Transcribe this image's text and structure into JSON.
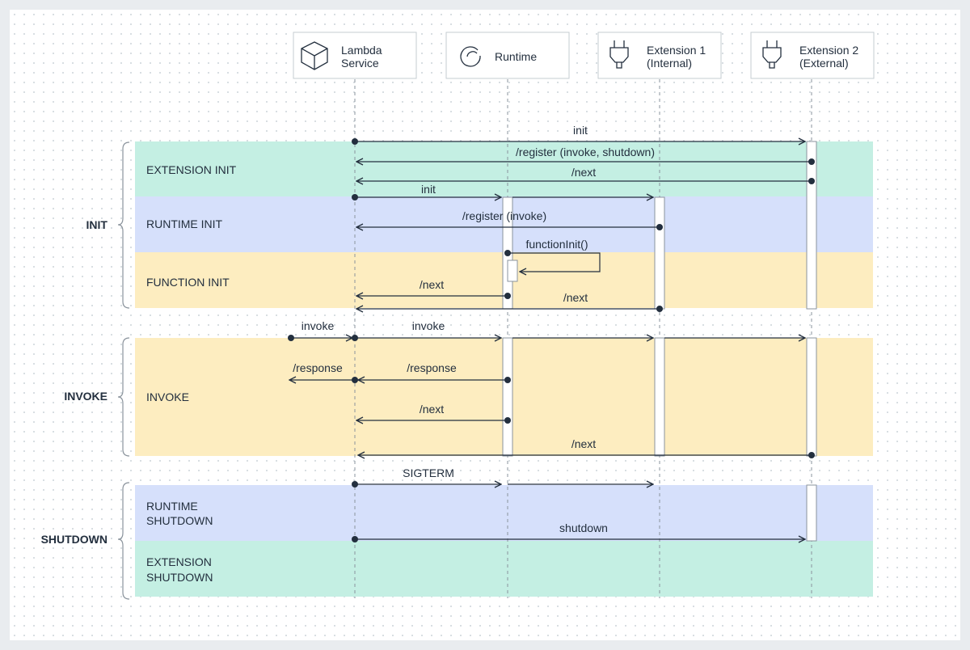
{
  "actors": [
    {
      "label_lines": [
        "Lambda",
        "Service"
      ],
      "icon": "cube-icon"
    },
    {
      "label_lines": [
        "Runtime"
      ],
      "icon": "runtime-cycle-icon"
    },
    {
      "label_lines": [
        "Extension 1",
        "(Internal)"
      ],
      "icon": "plug-icon"
    },
    {
      "label_lines": [
        "Extension 2",
        "(External)"
      ],
      "icon": "plug-icon"
    }
  ],
  "phases": [
    {
      "label_lines": [
        "EXTENSION INIT"
      ],
      "color": "#c4efe3"
    },
    {
      "label_lines": [
        "RUNTIME INIT"
      ],
      "color": "#d6e0fb"
    },
    {
      "label_lines": [
        "FUNCTION INIT"
      ],
      "color": "#fdedc0"
    },
    {
      "label_lines": [
        "INVOKE"
      ],
      "color": "#fdedc0"
    },
    {
      "label_lines": [
        "RUNTIME",
        "SHUTDOWN"
      ],
      "color": "#d6e0fb"
    },
    {
      "label_lines": [
        "EXTENSION",
        "SHUTDOWN"
      ],
      "color": "#c4efe3"
    }
  ],
  "groups": [
    "INIT",
    "INVOKE",
    "SHUTDOWN"
  ],
  "messages": [
    {
      "label": "init",
      "from": 0,
      "to": 3
    },
    {
      "label": "/register (invoke, shutdown)",
      "from": 3,
      "to": 0
    },
    {
      "label": "/next",
      "from": 3,
      "to": 0
    },
    {
      "label": "init",
      "from": 0,
      "to": 2
    },
    {
      "label": "/register (invoke)",
      "from": 2,
      "to": 0
    },
    {
      "label": "functionInit()",
      "from": 1,
      "to": 1
    },
    {
      "label": "/next",
      "from": 1,
      "to": 0
    },
    {
      "label": "/next",
      "from": 2,
      "to": 0
    },
    {
      "label": "invoke",
      "from": "external",
      "to": 0
    },
    {
      "label": "invoke",
      "from": 0,
      "to": 3
    },
    {
      "label": "/response",
      "from": 1,
      "to": 0
    },
    {
      "label": "/response",
      "from": 0,
      "to": "external"
    },
    {
      "label": "/next",
      "from": 1,
      "to": 0
    },
    {
      "label": "/next",
      "from": 3,
      "to": 0
    },
    {
      "label": "SIGTERM",
      "from": 0,
      "to": 2
    },
    {
      "label": "shutdown",
      "from": 0,
      "to": 3
    }
  ]
}
